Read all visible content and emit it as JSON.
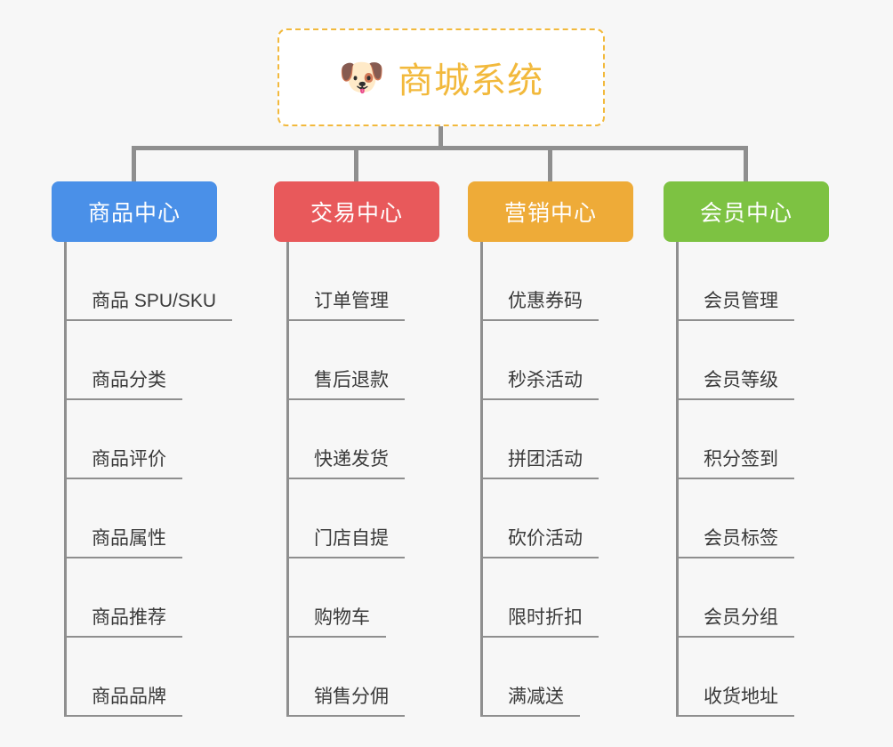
{
  "diagram": {
    "type": "organization-tree",
    "background_color": "#f7f7f7",
    "connector_color": "#8f8f8f",
    "root": {
      "icon": "dog-face-emoji",
      "icon_glyph": "🐶",
      "title": "商城系统",
      "text_color": "#f2b93c",
      "border_color": "#f2b93c",
      "background_color": "#ffffff",
      "border_style": "dashed"
    },
    "categories": [
      {
        "title": "商品中心",
        "color": "#4a90e8",
        "items": [
          "商品 SPU/SKU",
          "商品分类",
          "商品评价",
          "商品属性",
          "商品推荐",
          "商品品牌"
        ]
      },
      {
        "title": "交易中心",
        "color": "#e8595b",
        "items": [
          "订单管理",
          "售后退款",
          "快递发货",
          "门店自提",
          "购物车",
          "销售分佣"
        ]
      },
      {
        "title": "营销中心",
        "color": "#eeab38",
        "items": [
          "优惠券码",
          "秒杀活动",
          "拼团活动",
          "砍价活动",
          "限时折扣",
          "满减送"
        ]
      },
      {
        "title": "会员中心",
        "color": "#7dc242",
        "items": [
          "会员管理",
          "会员等级",
          "积分签到",
          "会员标签",
          "会员分组",
          "收货地址"
        ]
      }
    ]
  }
}
